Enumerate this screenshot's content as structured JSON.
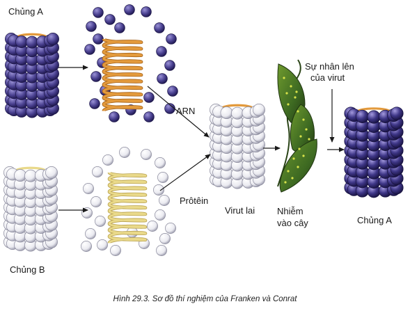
{
  "labels": {
    "strain_a_top": "Chủng A",
    "strain_b": "Chủng B",
    "rna": "ARN",
    "protein": "Prôtêin",
    "hybrid_virus": "Virut lai",
    "infect_line1": "Nhiễm",
    "infect_line2": "vào cây",
    "multiply_line1": "Sự nhân lên",
    "multiply_line2": "của virut",
    "strain_a_result": "Chủng A"
  },
  "caption": "Hình 29.3. Sơ đồ thí nghiệm của Franken và Conrat",
  "colors": {
    "capsid_a": "#4a4190",
    "capsid_a_light": "#8a80c8",
    "capsid_b": "#eeeef4",
    "rna_a": "#e39a3c",
    "rna_b": "#e9d98a",
    "leaf": "#3e6a22",
    "leaf_dark": "#2a4416"
  }
}
